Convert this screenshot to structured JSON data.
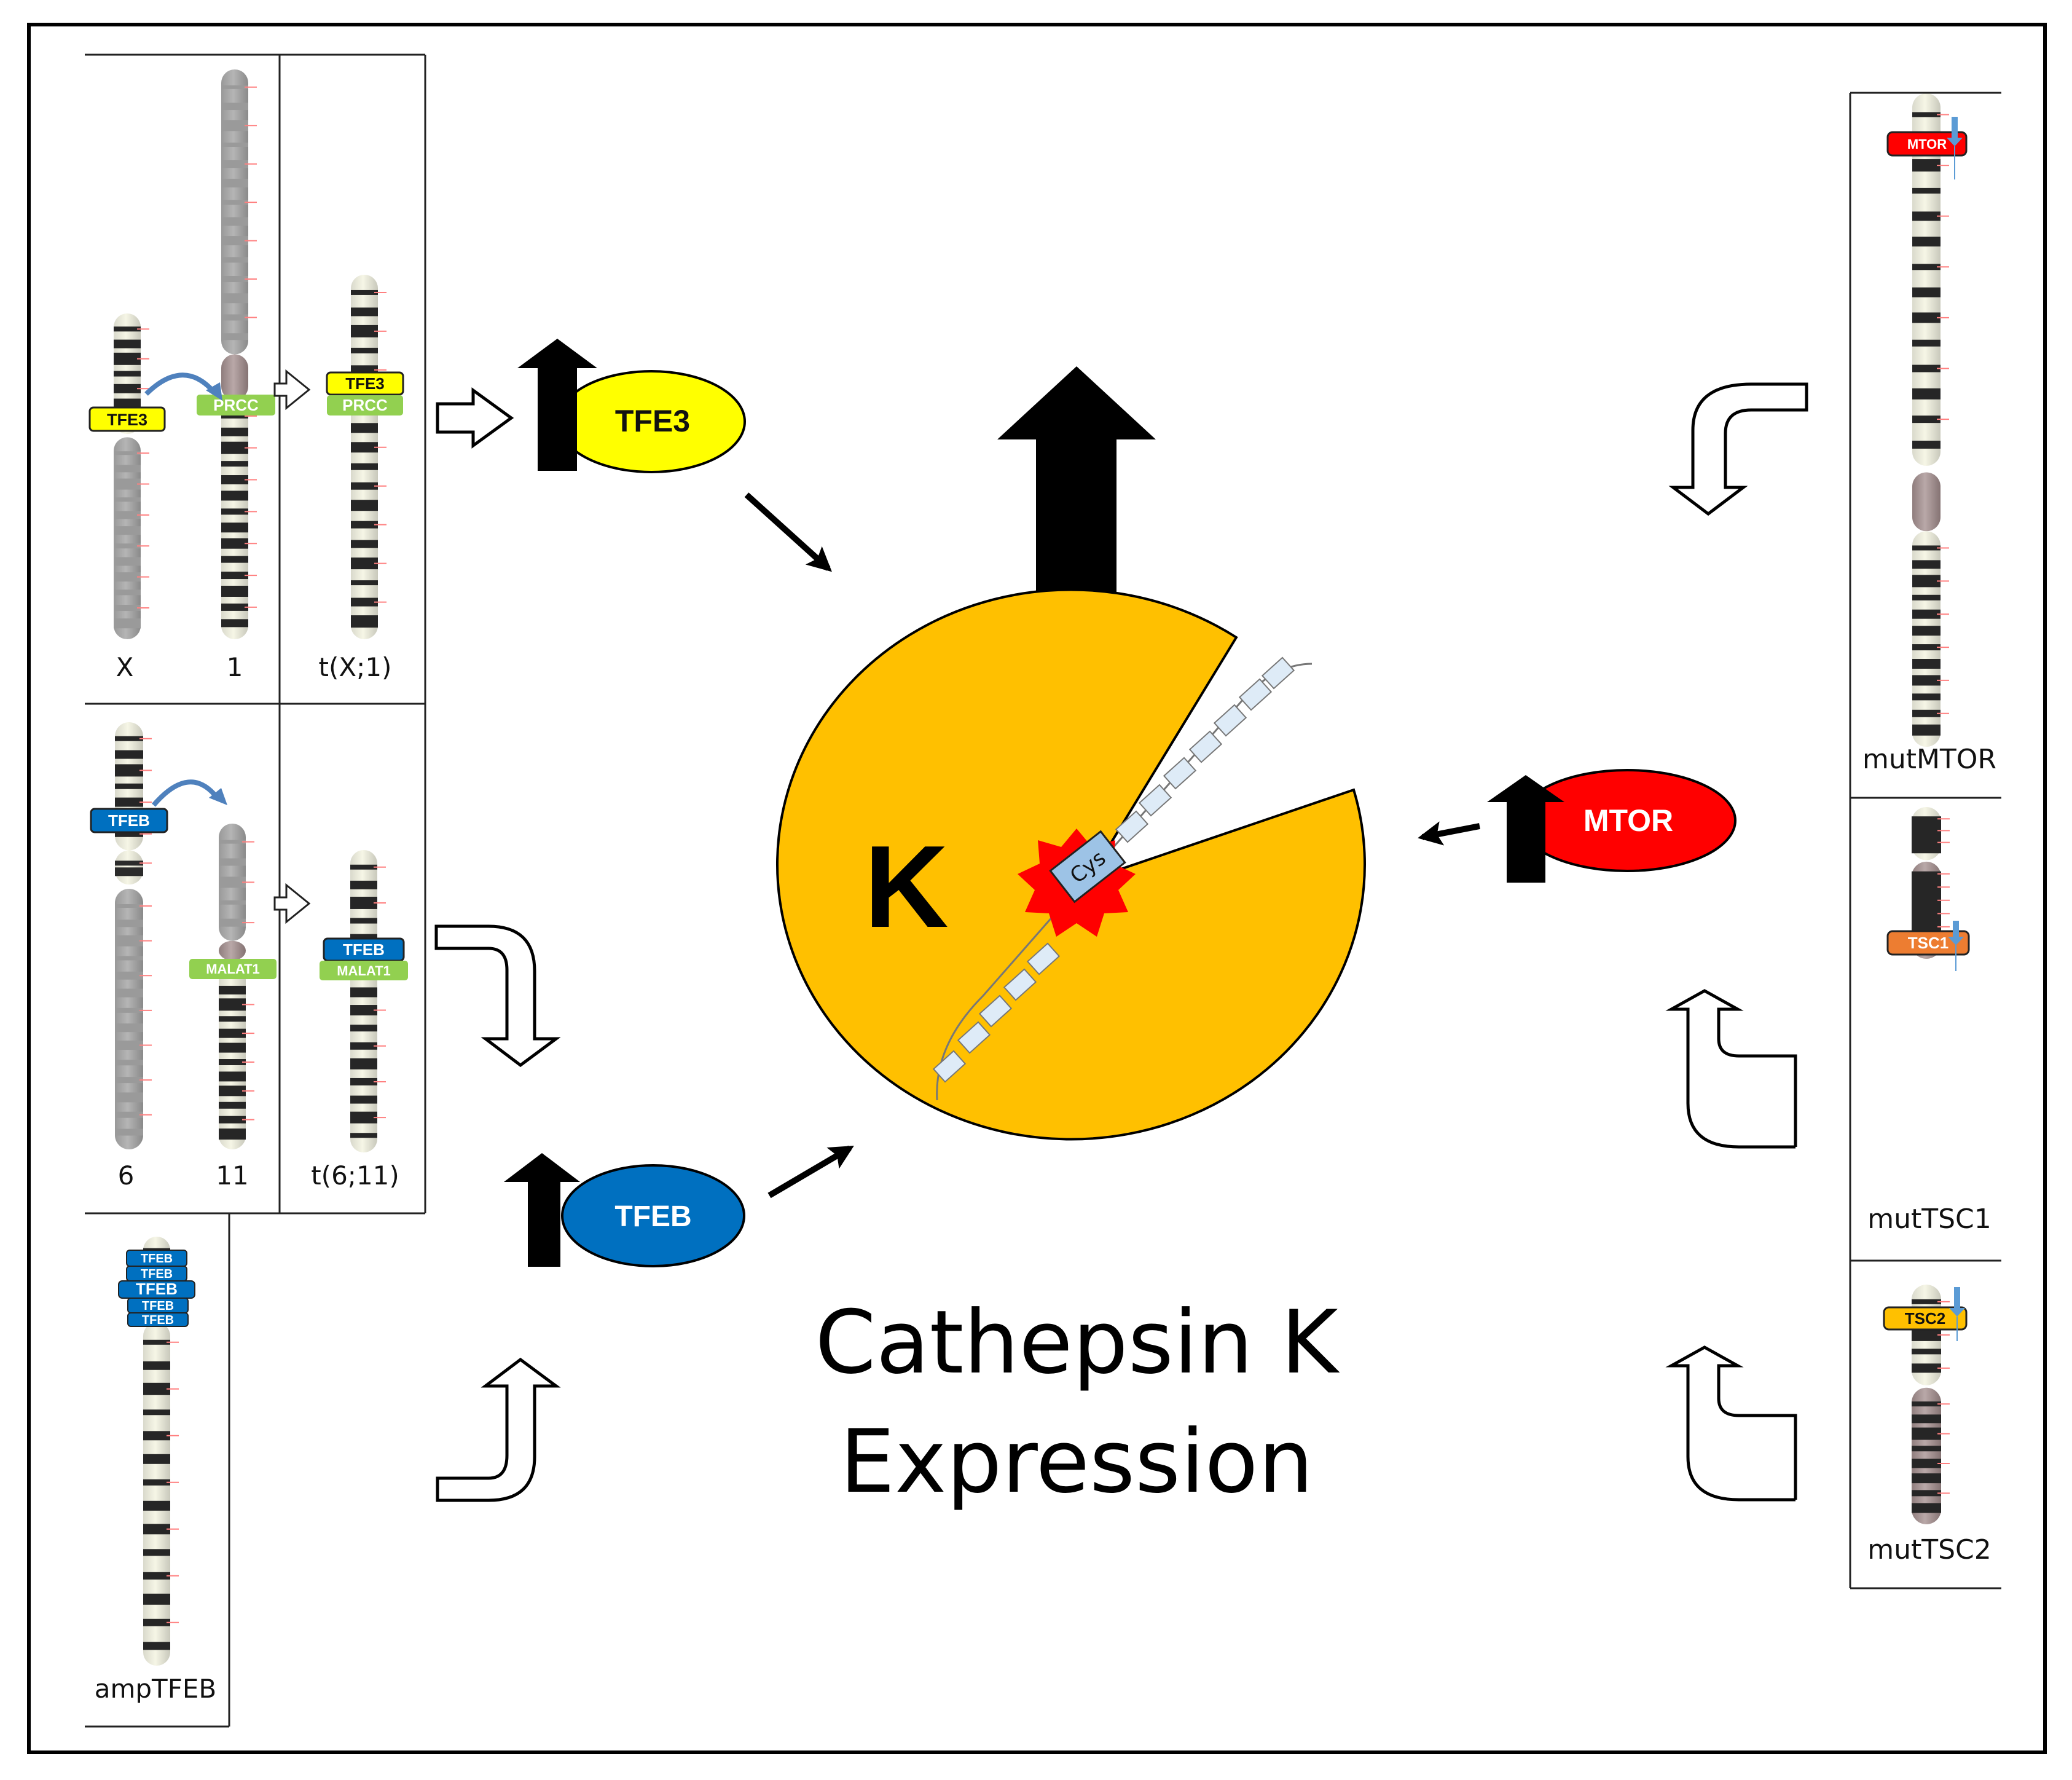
{
  "figure": {
    "title_line1": "Cathepsin K",
    "title_line2": "Expression",
    "enzyme_letter": "K",
    "active_site_label": "Cys"
  },
  "colors": {
    "enzyme": "#FFC000",
    "tfe3": "#FFFF00",
    "tfeb": "#0070C0",
    "mtor": "#FF0000",
    "prcc_malat1": "#92D050",
    "tsc1": "#ED7D31",
    "tsc2": "#FFC000",
    "cys_box": "#9DC3E6",
    "peptide_box": "#DEEBF7",
    "active_site_star": "#FF0000",
    "mutation_arrow": "#5B9BD5"
  },
  "left_panels": {
    "tfe3_translocation": {
      "chromosomes": [
        {
          "label": "X",
          "gene": "TFE3"
        },
        {
          "label": "1",
          "gene": "PRCC"
        }
      ],
      "result": {
        "label": "t(X;1)",
        "genes": [
          "TFE3",
          "PRCC"
        ]
      }
    },
    "tfeb_translocation": {
      "chromosomes": [
        {
          "label": "6",
          "gene": "TFEB"
        },
        {
          "label": "11",
          "gene": "MALAT1"
        }
      ],
      "result": {
        "label": "t(6;11)",
        "genes": [
          "TFEB",
          "MALAT1"
        ]
      }
    },
    "tfeb_amplification": {
      "label": "ampTFEB",
      "genes": [
        "TFEB",
        "TFEB",
        "TFEB",
        "TFEB",
        "TFEB"
      ]
    }
  },
  "right_panels": [
    {
      "label": "mutMTOR",
      "gene": "MTOR"
    },
    {
      "label": "mutTSC1",
      "gene": "TSC1"
    },
    {
      "label": "mutTSC2",
      "gene": "TSC2"
    }
  ],
  "factors": {
    "tfe3": "TFE3",
    "tfeb": "TFEB",
    "mtor": "MTOR"
  }
}
